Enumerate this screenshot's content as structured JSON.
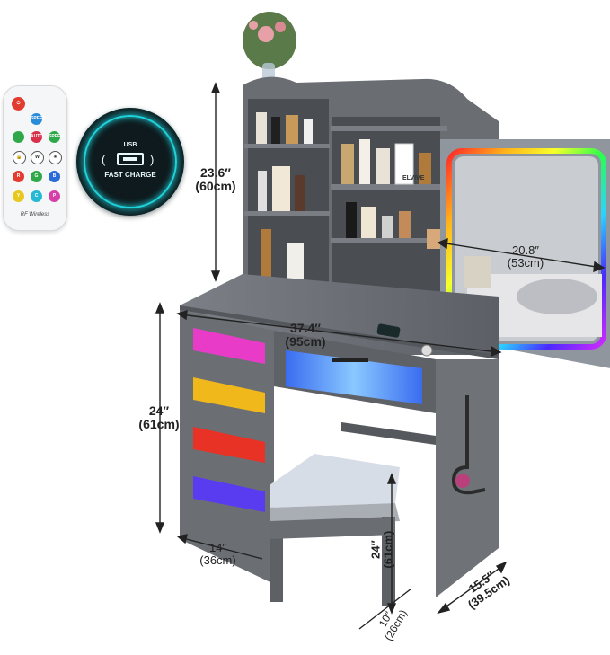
{
  "remote": {
    "buttons": [
      {
        "label": "",
        "color": "#e23b30"
      },
      {
        "label": "SPEED",
        "color": "#2a8bd8"
      },
      {
        "label": "AUTO",
        "color": "#d8304a"
      },
      {
        "label": "SPEED",
        "color": "#2fa84a"
      },
      {
        "label": "",
        "color": "#3d3d3d"
      },
      {
        "label": "W",
        "color": "#ffffff"
      },
      {
        "label": "",
        "color": "#3d3d3d"
      },
      {
        "label": "R",
        "color": "#e23b30"
      },
      {
        "label": "G",
        "color": "#2fa84a"
      },
      {
        "label": "B",
        "color": "#2a6bd8"
      },
      {
        "label": "Y",
        "color": "#e8c81e"
      },
      {
        "label": "C",
        "color": "#26b9d4"
      },
      {
        "label": "P",
        "color": "#d63fa8"
      }
    ],
    "brand": "RF Wireless"
  },
  "charger": {
    "usb_label": "USB",
    "fast_charge_label": "FAST CHARGE",
    "accent_color": "#1fd3dc"
  },
  "dimensions": {
    "hutch_height": {
      "in": "23.6″",
      "cm": "(60cm)"
    },
    "mirror_width": {
      "in": "20.8″",
      "cm": "(53cm)"
    },
    "desk_width": {
      "in": "37.4″",
      "cm": "(95cm)"
    },
    "desk_height": {
      "in": "24″",
      "cm": "(61cm)"
    },
    "drawer_depth": {
      "in": "14″",
      "cm": "(36cm)"
    },
    "desk_depth": {
      "in": "15.5″",
      "cm": "(39.5cm)"
    },
    "stool_height": {
      "in": "24″",
      "cm": "(61cm)"
    },
    "stool_depth": {
      "in": "10″",
      "cm": "(26cm)"
    }
  },
  "product_label": "ELVIVE",
  "drawer_colors": [
    "#e83cc8",
    "#f0b81a",
    "#e83226",
    "#5a3cf0"
  ],
  "mirror_rgb_colors": [
    "#ff2a2a",
    "#ffb21a",
    "#f7ff2a",
    "#2aff4a",
    "#2ad4ff",
    "#4a2aff",
    "#d02aff"
  ],
  "furniture_color": "#6a6d72"
}
